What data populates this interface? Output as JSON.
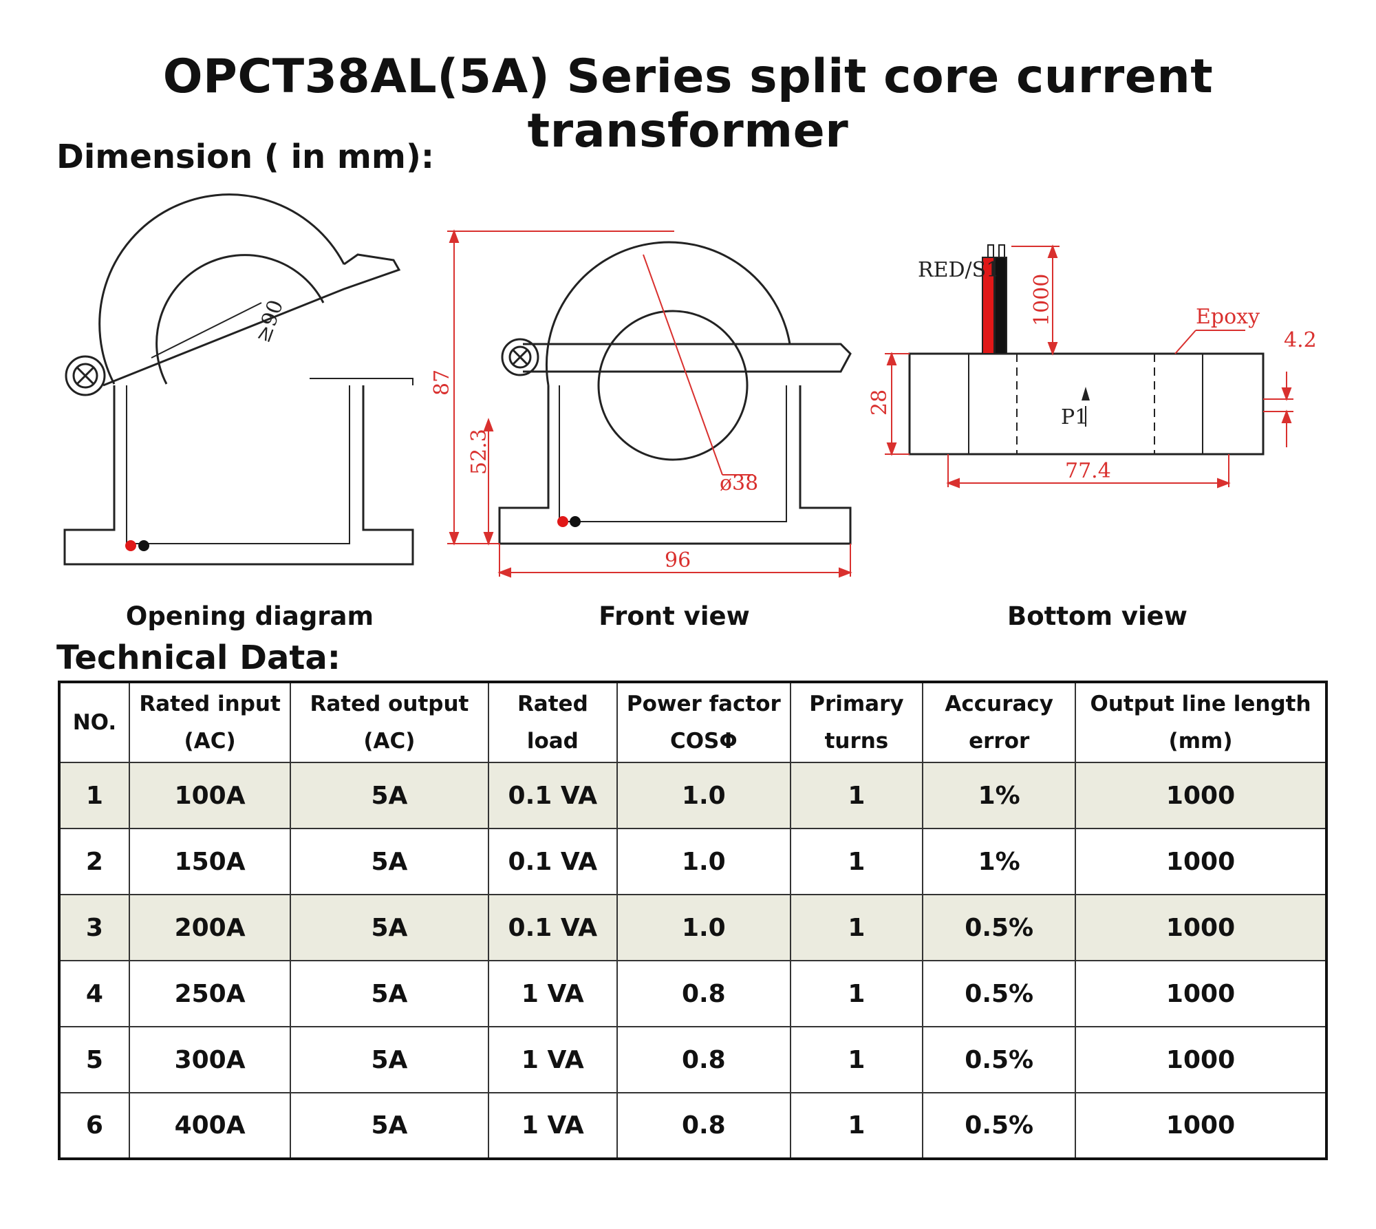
{
  "title": "OPCT38AL(5A) Series split core current transformer",
  "dimension_heading": "Dimension ( in mm):",
  "technical_heading": "Technical Data:",
  "captions": {
    "opening": "Opening diagram",
    "front": "Front view",
    "bottom": "Bottom view"
  },
  "drawing_labels": {
    "opening_diameter": "≥90",
    "front_height": "87",
    "front_inner_height": "52.3",
    "front_width": "96",
    "front_diameter": "ø38",
    "bottom_lead": "RED/S1",
    "bottom_lead_length": "1000",
    "bottom_material": "Epoxy",
    "bottom_thickness": "4.2",
    "bottom_height": "28",
    "bottom_width": "77.4",
    "bottom_marker": "P1"
  },
  "colors": {
    "dimension_red": "#d9302e",
    "wire_red": "#e01818",
    "wire_black": "#111111",
    "row_shade": "#ebebdf"
  },
  "table": {
    "headers": [
      [
        "NO."
      ],
      [
        "Rated input",
        "(AC)"
      ],
      [
        "Rated output",
        "(AC)"
      ],
      [
        "Rated",
        "load"
      ],
      [
        "Power factor",
        "COSΦ"
      ],
      [
        "Primary",
        "turns"
      ],
      [
        "Accuracy",
        "error"
      ],
      [
        "Output line length",
        "(mm)"
      ]
    ],
    "rows": [
      [
        "1",
        "100A",
        "5A",
        "0.1 VA",
        "1.0",
        "1",
        "1%",
        "1000"
      ],
      [
        "2",
        "150A",
        "5A",
        "0.1 VA",
        "1.0",
        "1",
        "1%",
        "1000"
      ],
      [
        "3",
        "200A",
        "5A",
        "0.1 VA",
        "1.0",
        "1",
        "0.5%",
        "1000"
      ],
      [
        "4",
        "250A",
        "5A",
        "1 VA",
        "0.8",
        "1",
        "0.5%",
        "1000"
      ],
      [
        "5",
        "300A",
        "5A",
        "1 VA",
        "0.8",
        "1",
        "0.5%",
        "1000"
      ],
      [
        "6",
        "400A",
        "5A",
        "1 VA",
        "0.8",
        "1",
        "0.5%",
        "1000"
      ]
    ]
  }
}
